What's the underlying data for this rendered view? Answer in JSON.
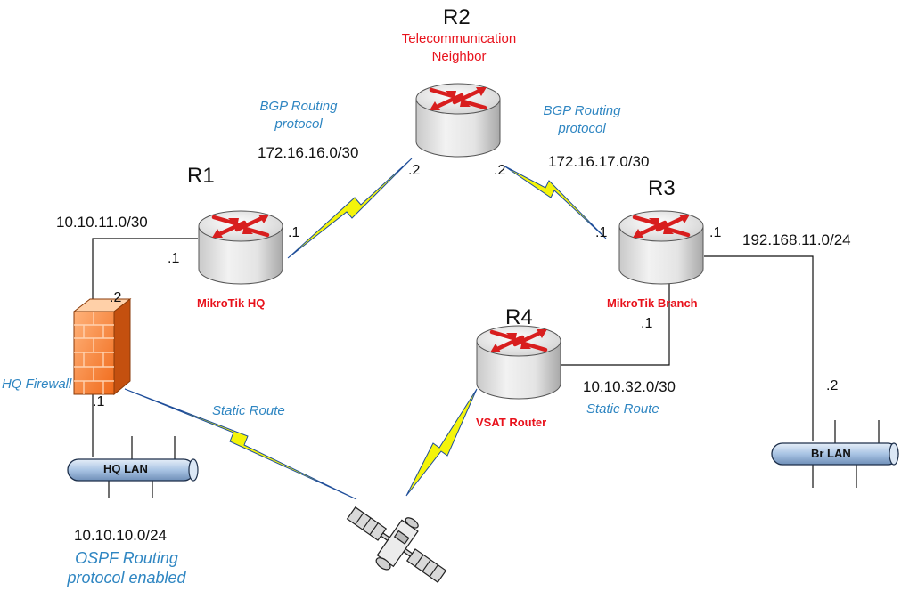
{
  "routers": {
    "r1": {
      "name": "R1",
      "label": "MikroTik HQ"
    },
    "r2": {
      "name": "R2",
      "sublabel_line1": "Telecommunication",
      "sublabel_line2": "Neighbor"
    },
    "r3": {
      "name": "R3",
      "label": "MikroTik Branch"
    },
    "r4": {
      "name": "R4",
      "label": "VSAT Router"
    }
  },
  "firewall": {
    "label": "HQ Firewall"
  },
  "lans": {
    "hq": "HQ LAN",
    "branch": "Br LAN"
  },
  "networks": {
    "r1_r2": "172.16.16.0/30",
    "r2_r3": "172.16.17.0/30",
    "fw_r1": "10.10.11.0/30",
    "r3_br": "192.168.11.0/24",
    "r3_r4": "10.10.32.0/30",
    "hq_lan": "10.10.10.0/24"
  },
  "host_ids": {
    "r1_link": ".1",
    "r1_fw": ".1",
    "fw_r1": ".2",
    "fw_lan": ".1",
    "r2_left": ".2",
    "r2_right": ".2",
    "r3_link": ".1",
    "r3_br": ".1",
    "r3_r4": ".1",
    "br_lan": ".2"
  },
  "protocols": {
    "bgp_left_line1": "BGP Routing",
    "bgp_left_line2": "protocol",
    "bgp_right_line1": "BGP Routing",
    "bgp_right_line2": "protocol",
    "static_left": "Static Route",
    "static_right": "Static Route",
    "ospf_line1": "OSPF Routing",
    "ospf_line2": "protocol enabled"
  },
  "colors": {
    "router_label": "#e8121c",
    "protocol_text": "#2f86c2",
    "lightning": "#f4f40a",
    "lan_pipe": "#a9c4e4"
  }
}
